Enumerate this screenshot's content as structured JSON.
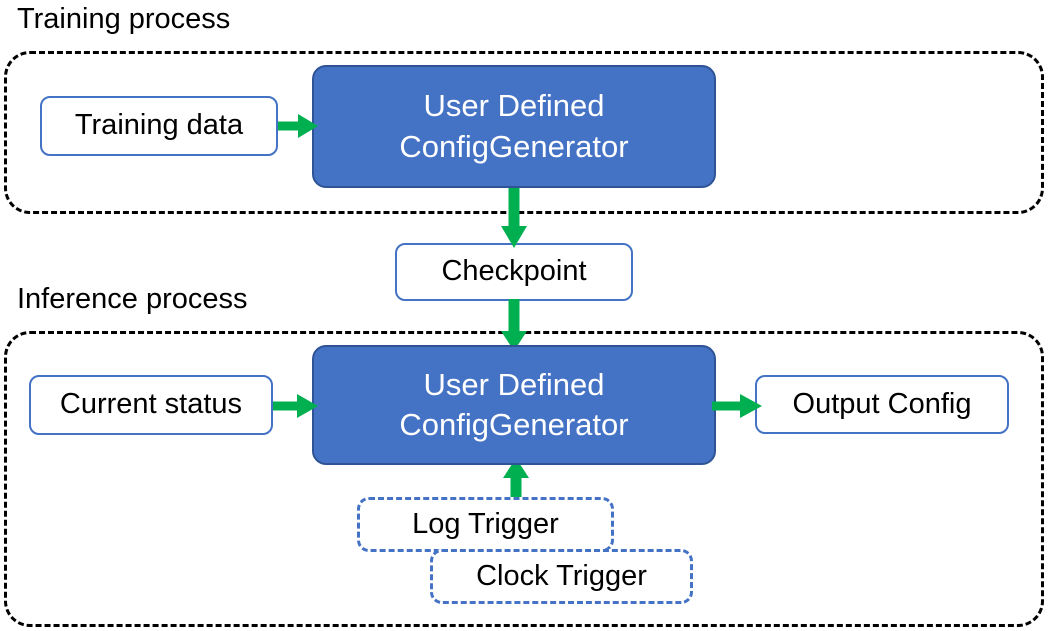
{
  "diagram": {
    "title_training": "Training process",
    "title_inference": "Inference process",
    "colors": {
      "accent_blue": "#4472c4",
      "accent_blue_border": "#2f5496",
      "arrow_green": "#00b050",
      "container_dash": "#000000",
      "node_text": "#000000",
      "main_node_text": "#ffffff"
    },
    "training": {
      "input": "Training data",
      "processor_line1": "User Defined",
      "processor_line2": "ConfigGenerator"
    },
    "checkpoint": "Checkpoint",
    "inference": {
      "input": "Current status",
      "processor_line1": "User Defined",
      "processor_line2": "ConfigGenerator",
      "output": "Output Config",
      "trigger_log": "Log Trigger",
      "trigger_clock": "Clock Trigger"
    },
    "arrows": [
      {
        "name": "training-data-to-generator",
        "direction": "right"
      },
      {
        "name": "generator-to-checkpoint",
        "direction": "down"
      },
      {
        "name": "checkpoint-to-generator",
        "direction": "down"
      },
      {
        "name": "current-status-to-generator",
        "direction": "right"
      },
      {
        "name": "generator-to-output-config",
        "direction": "right"
      },
      {
        "name": "triggers-to-generator",
        "direction": "up"
      }
    ]
  }
}
